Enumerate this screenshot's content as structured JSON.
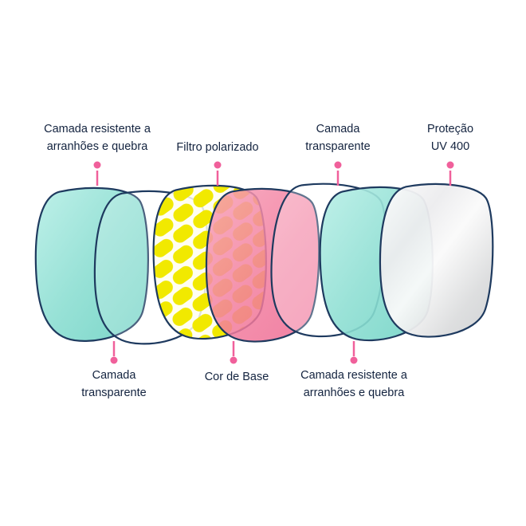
{
  "diagram": {
    "subject": "polarized-lens-layer-structure",
    "colors": {
      "marker": "#f0609b",
      "outline": "#1e3a5f",
      "teal": "#7fd9cb",
      "yellow": "#f1e900",
      "pink": "#f27c9e",
      "silver": "#d9dadb",
      "text": "#13233f",
      "background": "#ffffff"
    },
    "layers": [
      {
        "name": "camada-resistente-arranhoes-quebra-esquerda",
        "color": "#7fd9cb"
      },
      {
        "name": "camada-transparente-esquerda",
        "color": "#ffffff"
      },
      {
        "name": "filtro-polarizado",
        "color": "#f1e900"
      },
      {
        "name": "cor-de-base",
        "color": "#f27c9e"
      },
      {
        "name": "camada-transparente-direita",
        "color": "#ffffff"
      },
      {
        "name": "camada-resistente-arranhoes-quebra-direita",
        "color": "#7fd9cb"
      },
      {
        "name": "protecao-uv-400",
        "color": "#d9dadb"
      }
    ],
    "labels": {
      "top": [
        {
          "text": "Camada resistente a\narranhões e quebra"
        },
        {
          "text": "Filtro polarizado"
        },
        {
          "text": "Camada\ntransparente"
        },
        {
          "text": "Proteção\nUV 400"
        }
      ],
      "bottom": [
        {
          "text": "Camada\ntransparente"
        },
        {
          "text": "Cor de Base"
        },
        {
          "text": "Camada resistente a\narranhões e quebra"
        }
      ]
    }
  }
}
